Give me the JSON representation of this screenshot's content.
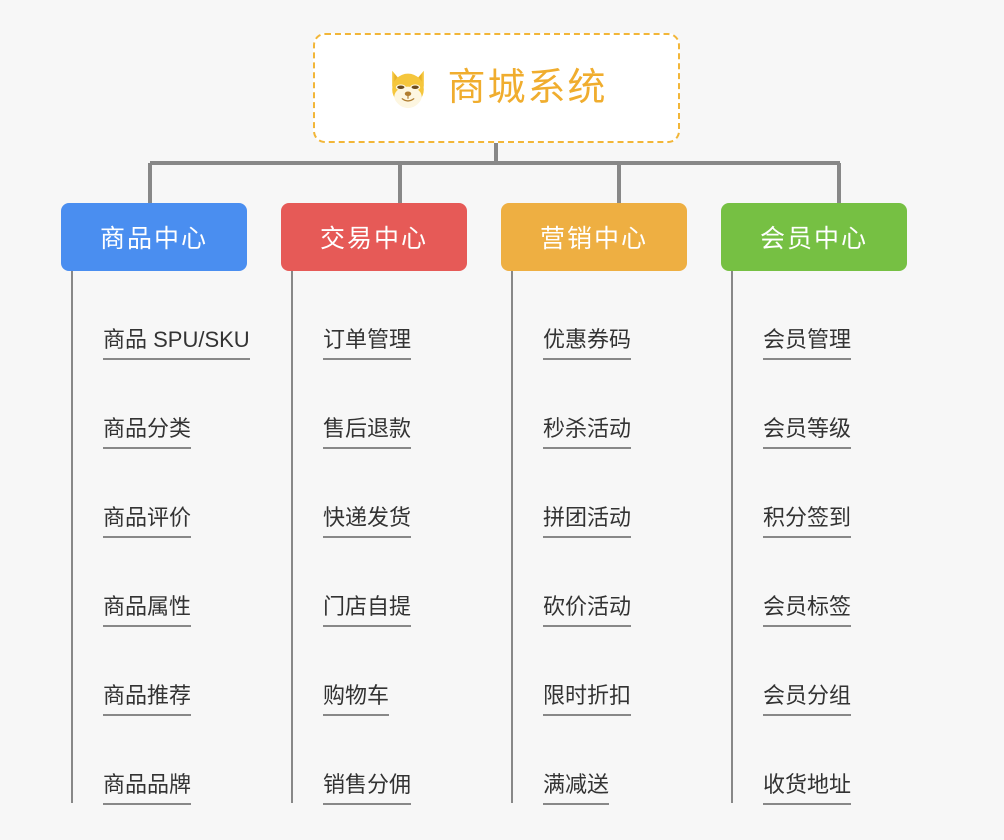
{
  "page": {
    "background_color": "#f7f7f7",
    "line_color": "#888888"
  },
  "root": {
    "title": "商城系统",
    "icon": "shiba-dog-icon",
    "text_color": "#f0ad2e",
    "border_color": "#f2b638",
    "background_color": "#ffffff"
  },
  "columns": [
    {
      "label": "商品中心",
      "color": "#4a8ef0",
      "items": [
        {
          "label": "商品 SPU/SKU"
        },
        {
          "label": "商品分类"
        },
        {
          "label": "商品评价"
        },
        {
          "label": "商品属性"
        },
        {
          "label": "商品推荐"
        },
        {
          "label": "商品品牌"
        }
      ]
    },
    {
      "label": "交易中心",
      "color": "#e65a57",
      "items": [
        {
          "label": "订单管理"
        },
        {
          "label": "售后退款"
        },
        {
          "label": "快递发货"
        },
        {
          "label": "门店自提"
        },
        {
          "label": "购物车"
        },
        {
          "label": "销售分佣"
        }
      ]
    },
    {
      "label": "营销中心",
      "color": "#eeaf42",
      "items": [
        {
          "label": "优惠券码"
        },
        {
          "label": "秒杀活动"
        },
        {
          "label": "拼团活动"
        },
        {
          "label": "砍价活动"
        },
        {
          "label": "限时折扣"
        },
        {
          "label": "满减送"
        }
      ]
    },
    {
      "label": "会员中心",
      "color": "#76c043",
      "items": [
        {
          "label": "会员管理"
        },
        {
          "label": "会员等级"
        },
        {
          "label": "积分签到"
        },
        {
          "label": "会员标签"
        },
        {
          "label": "会员分组"
        },
        {
          "label": "收货地址"
        }
      ]
    }
  ]
}
